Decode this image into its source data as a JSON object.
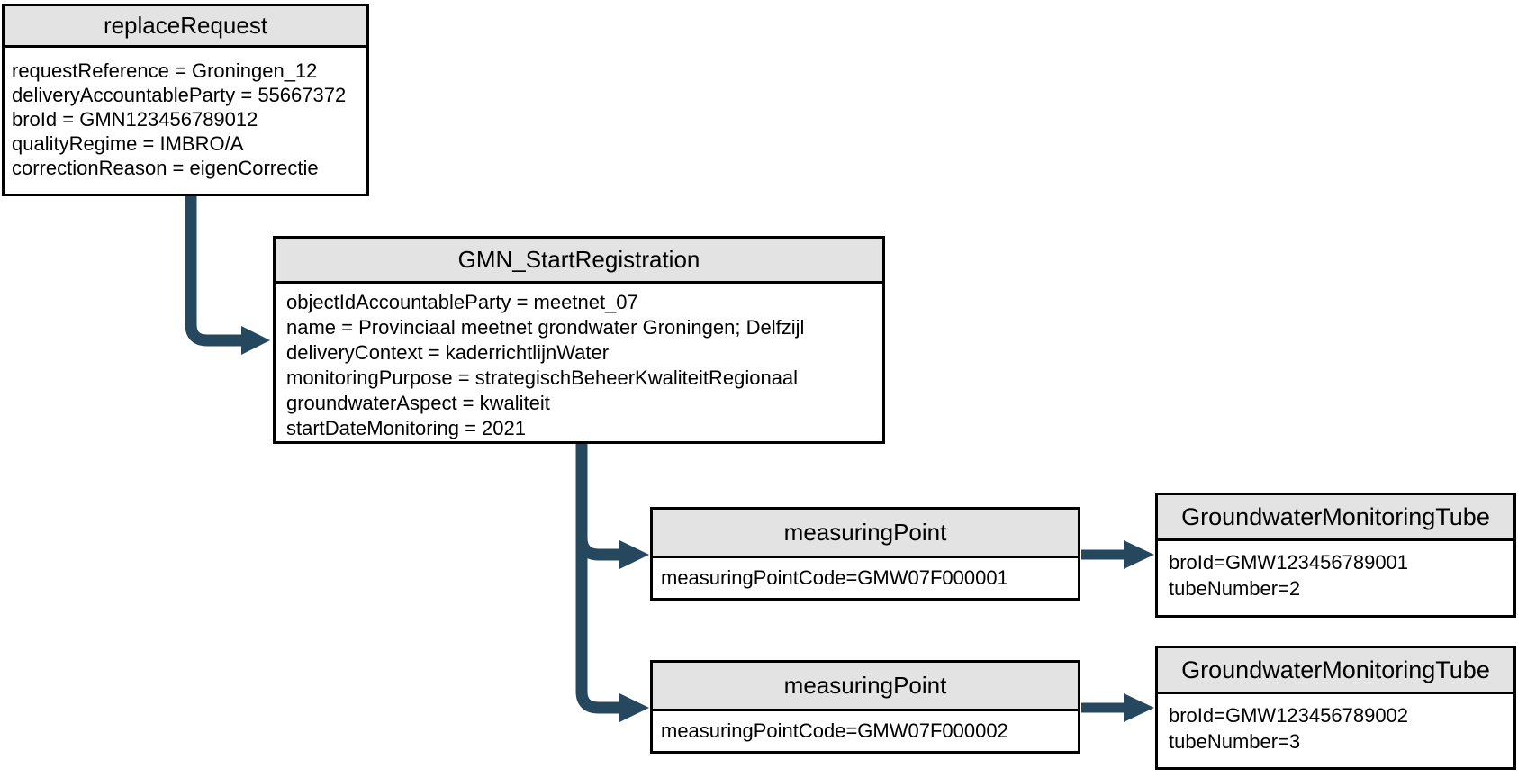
{
  "diagram": {
    "type": "uml-object-diagram",
    "colors": {
      "arrow": "#26485e",
      "header_fill": "#e3e3e3",
      "border": "#000000",
      "background": "#ffffff"
    },
    "boxes": {
      "replaceRequest": {
        "title": "replaceRequest",
        "lines": [
          "requestReference = Groningen_12",
          "deliveryAccountableParty = 55667372",
          "broId = GMN123456789012",
          "qualityRegime = IMBRO/A",
          "correctionReason = eigenCorrectie"
        ]
      },
      "gmnStartRegistration": {
        "title": "GMN_StartRegistration",
        "lines": [
          "objectIdAccountableParty = meetnet_07",
          "name = Provinciaal meetnet grondwater Groningen; Delfzijl",
          "deliveryContext = kaderrichtlijnWater",
          "monitoringPurpose = strategischBeheerKwaliteitRegionaal",
          "groundwaterAspect = kwaliteit",
          "startDateMonitoring = 2021"
        ]
      },
      "measuringPoint1": {
        "title": "measuringPoint",
        "lines": [
          "measuringPointCode=GMW07F000001"
        ]
      },
      "measuringPoint2": {
        "title": "measuringPoint",
        "lines": [
          "measuringPointCode=GMW07F000002"
        ]
      },
      "tube1": {
        "title": "GroundwaterMonitoringTube",
        "lines": [
          "broId=GMW123456789001",
          "tubeNumber=2"
        ]
      },
      "tube2": {
        "title": "GroundwaterMonitoringTube",
        "lines": [
          "broId=GMW123456789002",
          "tubeNumber=3"
        ]
      }
    },
    "connections": [
      {
        "from": "replaceRequest",
        "to": "GMN_StartRegistration"
      },
      {
        "from": "GMN_StartRegistration",
        "to": "measuringPoint GMW07F000001"
      },
      {
        "from": "GMN_StartRegistration",
        "to": "measuringPoint GMW07F000002"
      },
      {
        "from": "measuringPoint GMW07F000001",
        "to": "GroundwaterMonitoringTube GMW123456789001"
      },
      {
        "from": "measuringPoint GMW07F000002",
        "to": "GroundwaterMonitoringTube GMW123456789002"
      }
    ]
  }
}
